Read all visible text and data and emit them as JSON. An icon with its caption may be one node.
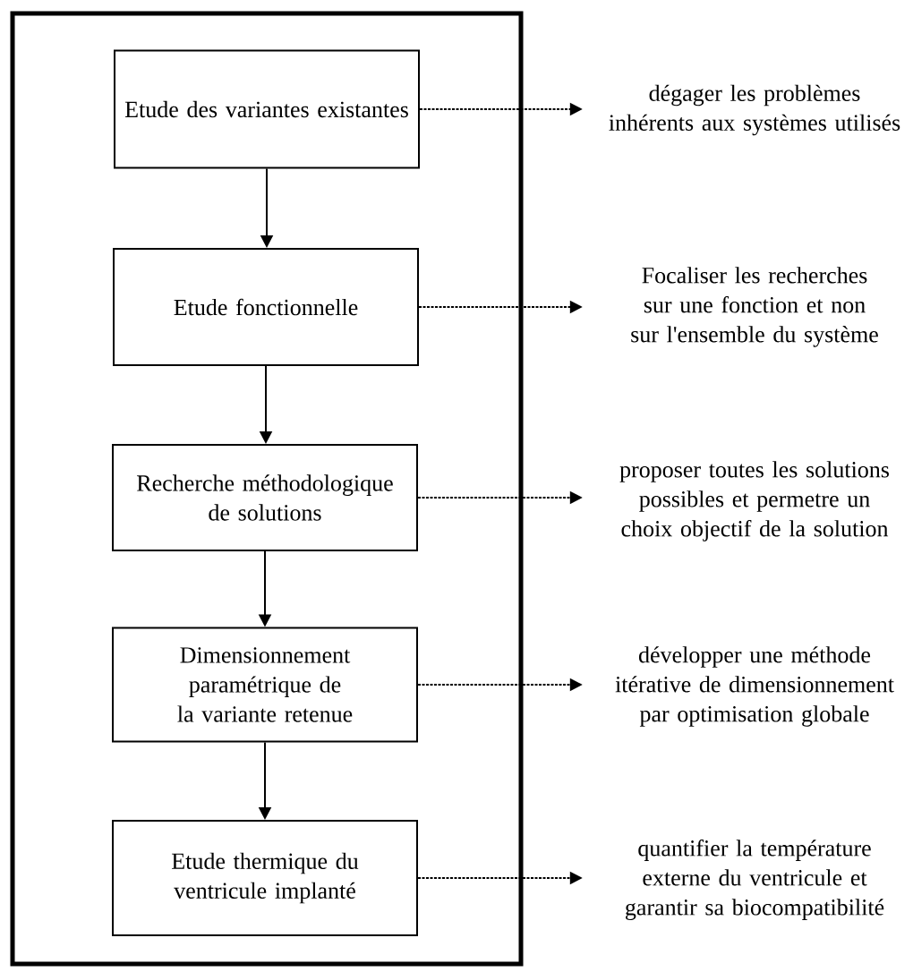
{
  "diagram": {
    "nodes": [
      {
        "text": [],
        "shape": "box"
      },
      {
        "text": [
          "Etude des variantes existantes"
        ],
        "in": 0
      },
      {
        "text": [
          "Etude fonctionnelle"
        ],
        "in": 0
      },
      {
        "text": [
          "Recherche méthodologique de solutions"
        ],
        "in": 0
      },
      {
        "text": [
          "Dimensionnement paramétrique de la variante retenue"
        ],
        "in": 0
      },
      {
        "text": [
          "Etude thermique du ventricule implanté"
        ],
        "in": 0
      },
      {
        "text": [
          "dégager les problèmes inhérents aux systèmes utilisés"
        ]
      },
      {
        "text": [
          "Focaliser les recherches sur une fonction et non sur l'ensemble du système"
        ]
      },
      {
        "text": [
          "proposer toutes les solutions possibles et permetre un choix objectif de la solution"
        ]
      },
      {
        "text": [
          "développer une méthode itérative de dimensionnement par optimisation globale"
        ]
      },
      {
        "text": [
          "quantifier la température externe du ventricule et garantir sa biocompatibilité"
        ]
      }
    ],
    "edges": [
      {
        "from": 1,
        "to": 2,
        "arrow": "to"
      },
      {
        "from": 2,
        "to": 3,
        "arrow": "to"
      },
      {
        "from": 3,
        "to": 4,
        "arrow": "to"
      },
      {
        "from": 4,
        "to": 5,
        "arrow": "to"
      },
      {
        "from": 1,
        "to": 6,
        "arrow": "to",
        "style": "dashed"
      },
      {
        "from": 2,
        "to": 7,
        "arrow": "to",
        "style": "dashed"
      },
      {
        "from": 3,
        "to": 8,
        "arrow": "to",
        "style": "dashed"
      },
      {
        "from": 4,
        "to": 9,
        "arrow": "to",
        "style": "dashed"
      },
      {
        "from": 5,
        "to": 10,
        "arrow": "to",
        "style": "dashed"
      }
    ]
  }
}
